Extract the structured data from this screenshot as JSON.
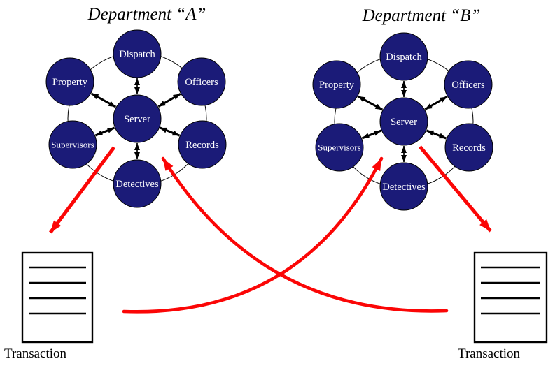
{
  "titles": {
    "dept_a": "Department “A”",
    "dept_b": "Department “B”"
  },
  "clusters": [
    {
      "name": "Department A",
      "server": "Server",
      "satellites": [
        {
          "label": "Dispatch",
          "position": "top"
        },
        {
          "label": "Property",
          "position": "upper-left"
        },
        {
          "label": "Officers",
          "position": "upper-right"
        },
        {
          "label": "Supervisors",
          "position": "lower-left"
        },
        {
          "label": "Records",
          "position": "lower-right"
        },
        {
          "label": "Detectives",
          "position": "bottom"
        }
      ]
    },
    {
      "name": "Department B",
      "server": "Server",
      "satellites": [
        {
          "label": "Dispatch",
          "position": "top"
        },
        {
          "label": "Property",
          "position": "upper-left"
        },
        {
          "label": "Officers",
          "position": "upper-right"
        },
        {
          "label": "Supervisors",
          "position": "lower-left"
        },
        {
          "label": "Records",
          "position": "lower-right"
        },
        {
          "label": "Detectives",
          "position": "bottom"
        }
      ]
    }
  ],
  "documents": [
    {
      "label": "Transaction",
      "side": "left"
    },
    {
      "label": "Transaction",
      "side": "right"
    }
  ],
  "flows": [
    {
      "from": "dept-a-server",
      "to": "left-document",
      "style": "straight-arrow"
    },
    {
      "from": "dept-b-server",
      "to": "right-document",
      "style": "straight-arrow"
    },
    {
      "from": "left-document",
      "to": "dept-b-server",
      "style": "curved-arrow"
    },
    {
      "from": "right-document",
      "to": "dept-a-server",
      "style": "curved-arrow"
    }
  ],
  "colors": {
    "node_fill": "#1b1b78",
    "node_edge": "#000000",
    "node_text": "#ffffff",
    "spoke": "#000000",
    "ring": "#000000",
    "flow_arrow": "#fb0606",
    "document_border": "#000000",
    "document_fill": "#ffffff",
    "title_text": "#000000"
  }
}
